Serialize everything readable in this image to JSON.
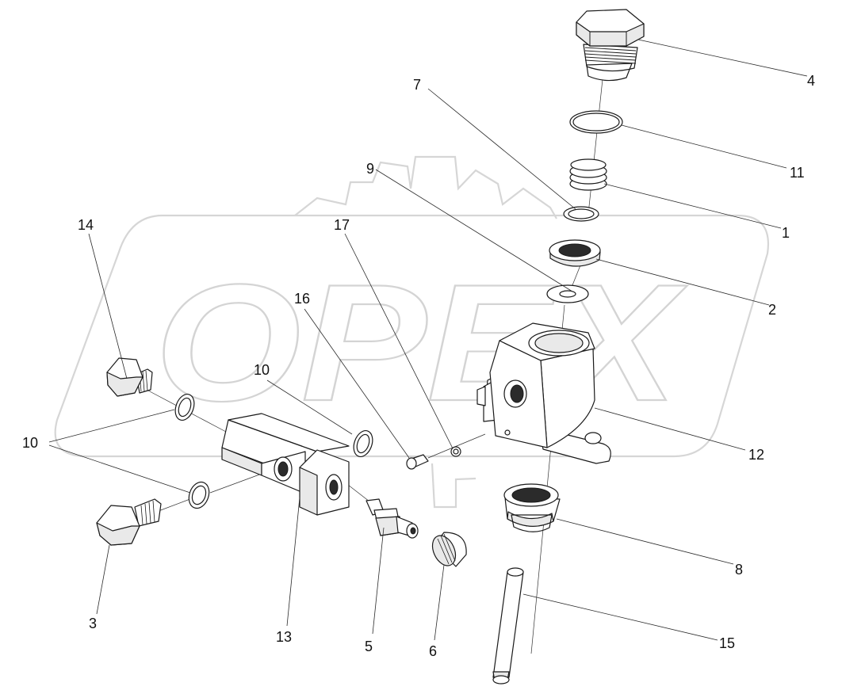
{
  "watermark": {
    "text": "OPEX"
  },
  "callouts": [
    {
      "id": "c1",
      "label": "1"
    },
    {
      "id": "c2",
      "label": "2"
    },
    {
      "id": "c3",
      "label": "3"
    },
    {
      "id": "c4",
      "label": "4"
    },
    {
      "id": "c5",
      "label": "5"
    },
    {
      "id": "c6",
      "label": "6"
    },
    {
      "id": "c7",
      "label": "7"
    },
    {
      "id": "c8",
      "label": "8"
    },
    {
      "id": "c9",
      "label": "9"
    },
    {
      "id": "c10a",
      "label": "10"
    },
    {
      "id": "c10b",
      "label": "10"
    },
    {
      "id": "c11",
      "label": "11"
    },
    {
      "id": "c12",
      "label": "12"
    },
    {
      "id": "c13",
      "label": "13"
    },
    {
      "id": "c14",
      "label": "14"
    },
    {
      "id": "c15",
      "label": "15"
    },
    {
      "id": "c16",
      "label": "16"
    },
    {
      "id": "c17",
      "label": "17"
    }
  ]
}
